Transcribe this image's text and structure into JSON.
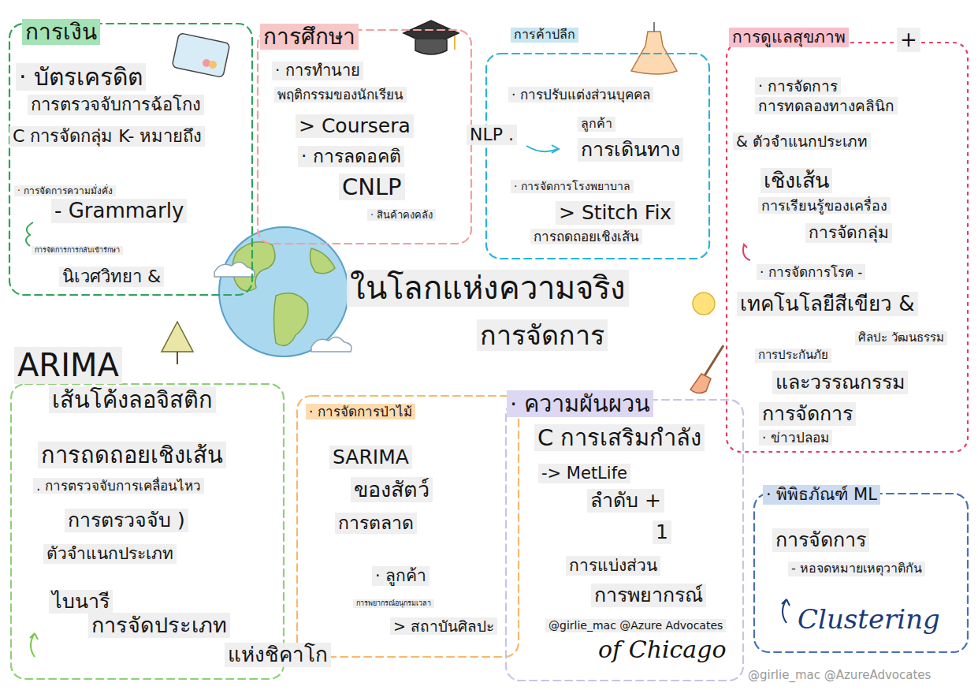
{
  "diagram": {
    "title": "ในโลกแห่งความจริง",
    "nodes": [
      {
        "text": [
          "การเงิน",
          "· บัตรเครดิต",
          "การตรวจจับการฉ้อโกง",
          "C การจัดกลุ่ม K- หมายถึง",
          "· การจัดการความมั่งคั่ง",
          "- Grammarly",
          "การจัดการการกลับเข้ารักษา",
          "นิเวศวิทยา &"
        ]
      },
      {
        "text": [
          "การศึกษา",
          "· การทำนาย",
          "พฤติกรรมของนักเรียน",
          "> Coursera",
          "· การลดอคติ",
          "CNLP",
          "· สินค้าคงคลัง"
        ]
      },
      {
        "text": [
          "การค้าปลีก",
          "· การปรับแต่งส่วนบุคคล",
          "ลูกค้า",
          "การเดินทาง",
          "· การจัดการโรงพยาบาล",
          "> Stitch Fix",
          "การถดถอยเชิงเส้น"
        ]
      },
      {
        "text": [
          "การดูแลสุขภาพ",
          "+",
          "· การจัดการ",
          "การทดลองทางคลินิก",
          "& ตัวจำแนกประเภท",
          "เชิงเส้น",
          "การเรียนรู้ของเครื่อง",
          "การจัดกลุ่ม",
          "· การจัดการโรค -",
          "เทคโนโลยีสีเขียว &",
          "ศิลปะ วัฒนธรรม",
          "การประกันภัย",
          "และวรรณกรรม",
          "การจัดการ",
          "· ข่าวปลอม"
        ]
      },
      {
        "text": [
          "ARIMA",
          "เส้นโค้งลอจิสติก",
          "การถดถอยเชิงเส้น",
          ". การตรวจจับการเคลื่อนไหว",
          "การตรวจจับ )",
          "ตัวจำแนกประเภท",
          "ไบนารี",
          "การจัดประเภท"
        ]
      },
      {
        "text": [
          "· การจัดการป่าไม้",
          "SARIMA",
          "ของสัตว์",
          "การตลาด",
          "· ลูกค้า",
          "การพยากรณ์อนุกรมเวลา",
          "> สถาบันศิลปะ"
        ]
      },
      {
        "text": [
          "· ความผันผวน",
          "C การเสริมกำลัง",
          "-> MetLife",
          "ลำดับ +",
          "1",
          "การแบ่งส่วน",
          "การพยากรณ์",
          "@girlie_mac @Azure Advocates",
          "of Chicago"
        ]
      },
      {
        "text": [
          "· พิพิธภัณฑ์ ML",
          "การจัดการ",
          "- หอจดหมายเหตุวาติกัน",
          "Clustering"
        ]
      }
    ],
    "labels": [
      "NLP .",
      "การจัดการ",
      "แห่งชิคาโก",
      "@girlie_mac @AzureAdvocates"
    ]
  }
}
